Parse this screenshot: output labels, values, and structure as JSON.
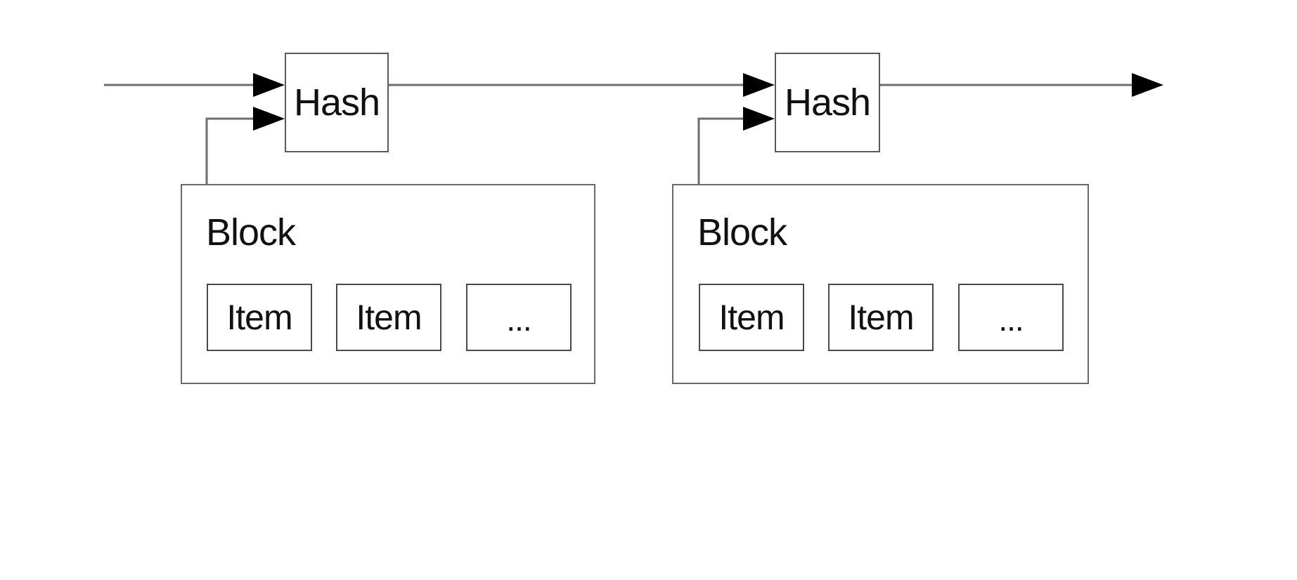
{
  "diagram": {
    "colors": {
      "line": "#6e6e6e",
      "arrowhead": "#000000",
      "box_border": "#5a5a5a",
      "text": "#111111",
      "background": "#ffffff"
    },
    "units": [
      {
        "hash_label": "Hash",
        "block_label": "Block",
        "items": [
          "Item",
          "Item",
          "..."
        ]
      },
      {
        "hash_label": "Hash",
        "block_label": "Block",
        "items": [
          "Item",
          "Item",
          "..."
        ]
      }
    ]
  }
}
